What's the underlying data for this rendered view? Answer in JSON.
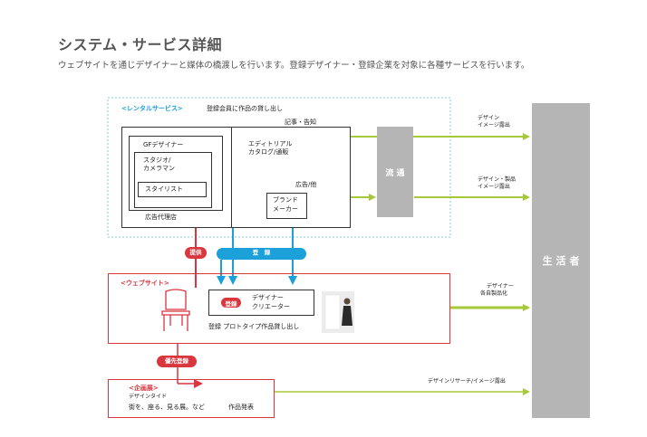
{
  "header": {
    "title": "システム・サービス詳細",
    "subtitle": "ウェブサイトを通じデザイナーと媒体の橋渡しを行います。登録デザイナー・登録企業を対象に各種サービスを行います。"
  },
  "rental": {
    "label": "<レンタルサービス>",
    "desc": "登録会員に作品の貸し出し",
    "gf_designer": "GFデザイナー",
    "studio": "スタジオ/",
    "cameraman": "カメラマン",
    "stylist": "スタイリスト",
    "ad_agency": "広告代理店",
    "kiji_label": "記事・告知",
    "editorial_1": "エディトリアル",
    "editorial_2": "カタログ/通販",
    "kokoku_label": "広告/他",
    "brand_1": "ブランド",
    "brand_2": "メーカー"
  },
  "distribution": {
    "label": "流 通"
  },
  "consumer": {
    "label": "生 活 者"
  },
  "outputs": {
    "o1_line1": "デザイン",
    "o1_line2": "イメージ露出",
    "o2_line1": "デザイン・製品",
    "o2_line2": "イメージ露出",
    "o3_line1": "デザイナー",
    "o3_line2": "各自製品化",
    "o4": "デザインリサーチ/イメージ露出"
  },
  "website": {
    "label": "<ウェブサイト>",
    "badge": "登録",
    "designer": "デザイナー",
    "creator": "クリエーター",
    "caption": "登録 プロトタイプ作品貸し出し"
  },
  "pills": {
    "provide": "提供",
    "register": "登　録",
    "priority_register": "優先登録"
  },
  "exhibition": {
    "label": "<企画展>",
    "sub": "デザインタイド",
    "desc": "街を、座る、見る展。など",
    "release": "作品発表"
  },
  "colors": {
    "green": "#a6c93a",
    "blue": "#1ca0d9",
    "red": "#d9363e",
    "grey": "#b5b5b5",
    "dashed_border": "#7fcbe8"
  }
}
